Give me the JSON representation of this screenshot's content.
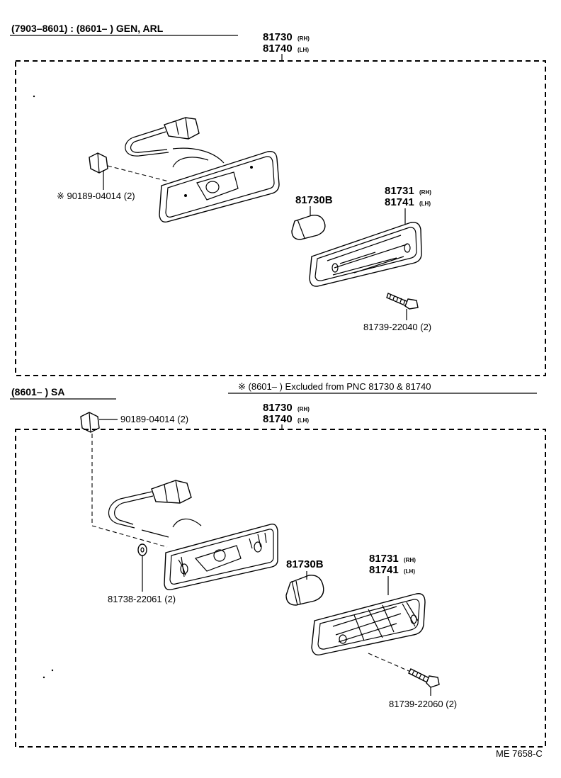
{
  "sections": [
    {
      "heading": "(7903–8601) : (8601–         ) GEN, ARL",
      "assembly": {
        "pnc_rh": "81730",
        "rh_tag": "(RH)",
        "pnc_lh": "81740",
        "lh_tag": "(LH)"
      },
      "clip_label": "※ 90189-04014 (2)",
      "bulb_label": "81730B",
      "lens": {
        "pnc_rh": "81731",
        "rh_tag": "(RH)",
        "pnc_lh": "81741",
        "lh_tag": "(LH)"
      },
      "screw_label": "81739-22040 (2)"
    },
    {
      "heading": "(8601–         ) SA",
      "note": "※ (8601–         ) Excluded from PNC 81730 & 81740",
      "assembly": {
        "pnc_rh": "81730",
        "rh_tag": "(RH)",
        "pnc_lh": "81740",
        "lh_tag": "(LH)"
      },
      "clip_label": "90189-04014 (2)",
      "washer_label": "81738-22061 (2)",
      "bulb_label": "81730B",
      "lens": {
        "pnc_rh": "81731",
        "rh_tag": "(RH)",
        "pnc_lh": "81741",
        "lh_tag": "(LH)"
      },
      "screw_label": "81739-22060 (2)"
    }
  ],
  "figure_code": "ME 7658-C",
  "icons": [
    "lamp-housing-icon",
    "bulb-icon",
    "lens-icon",
    "screw-icon",
    "clip-icon",
    "washer-icon",
    "connector-icon"
  ]
}
